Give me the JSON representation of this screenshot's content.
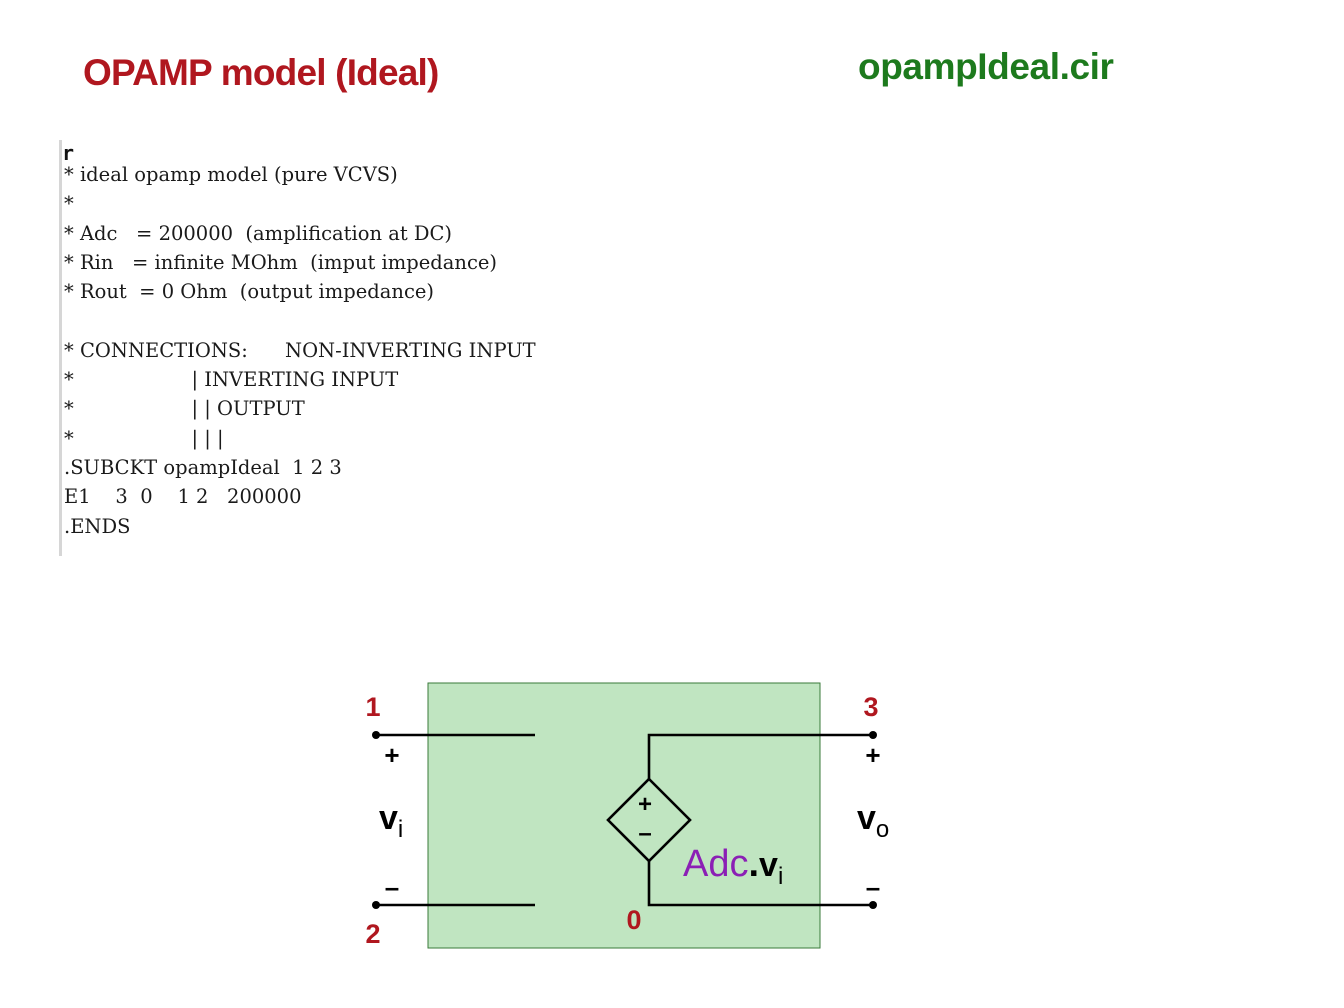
{
  "header": {
    "title": "OPAMP model (Ideal)",
    "filename": "opampIdeal.cir"
  },
  "netlist": {
    "cursor": "r",
    "lines": [
      "* ideal opamp model (pure VCVS)",
      "*",
      "* Adc   = 200000  (amplification at DC)",
      "* Rin   = infinite MOhm  (imput impedance)",
      "* Rout  = 0 Ohm  (output impedance)",
      "",
      "* CONNECTIONS:      NON-INVERTING INPUT",
      "*                   | INVERTING INPUT",
      "*                   | | OUTPUT",
      "*                   | | |",
      ".SUBCKT opampIdeal  1 2 3",
      "E1    3  0    1 2   200000",
      ".ENDS"
    ]
  },
  "circuit": {
    "node_1": "1",
    "node_2": "2",
    "node_3": "3",
    "node_0": "0",
    "plus": "+",
    "minus": "–",
    "v_symbol": "v",
    "vi_sub": "i",
    "vo_sub": "o",
    "gain_label": "Adc",
    "gain_dot": ".",
    "colors": {
      "box_fill": "#c0e5c1",
      "box_stroke": "#3a7a3a",
      "node_label": "#b0171f",
      "gain": "#8b1fb5",
      "wire": "#000000"
    }
  }
}
